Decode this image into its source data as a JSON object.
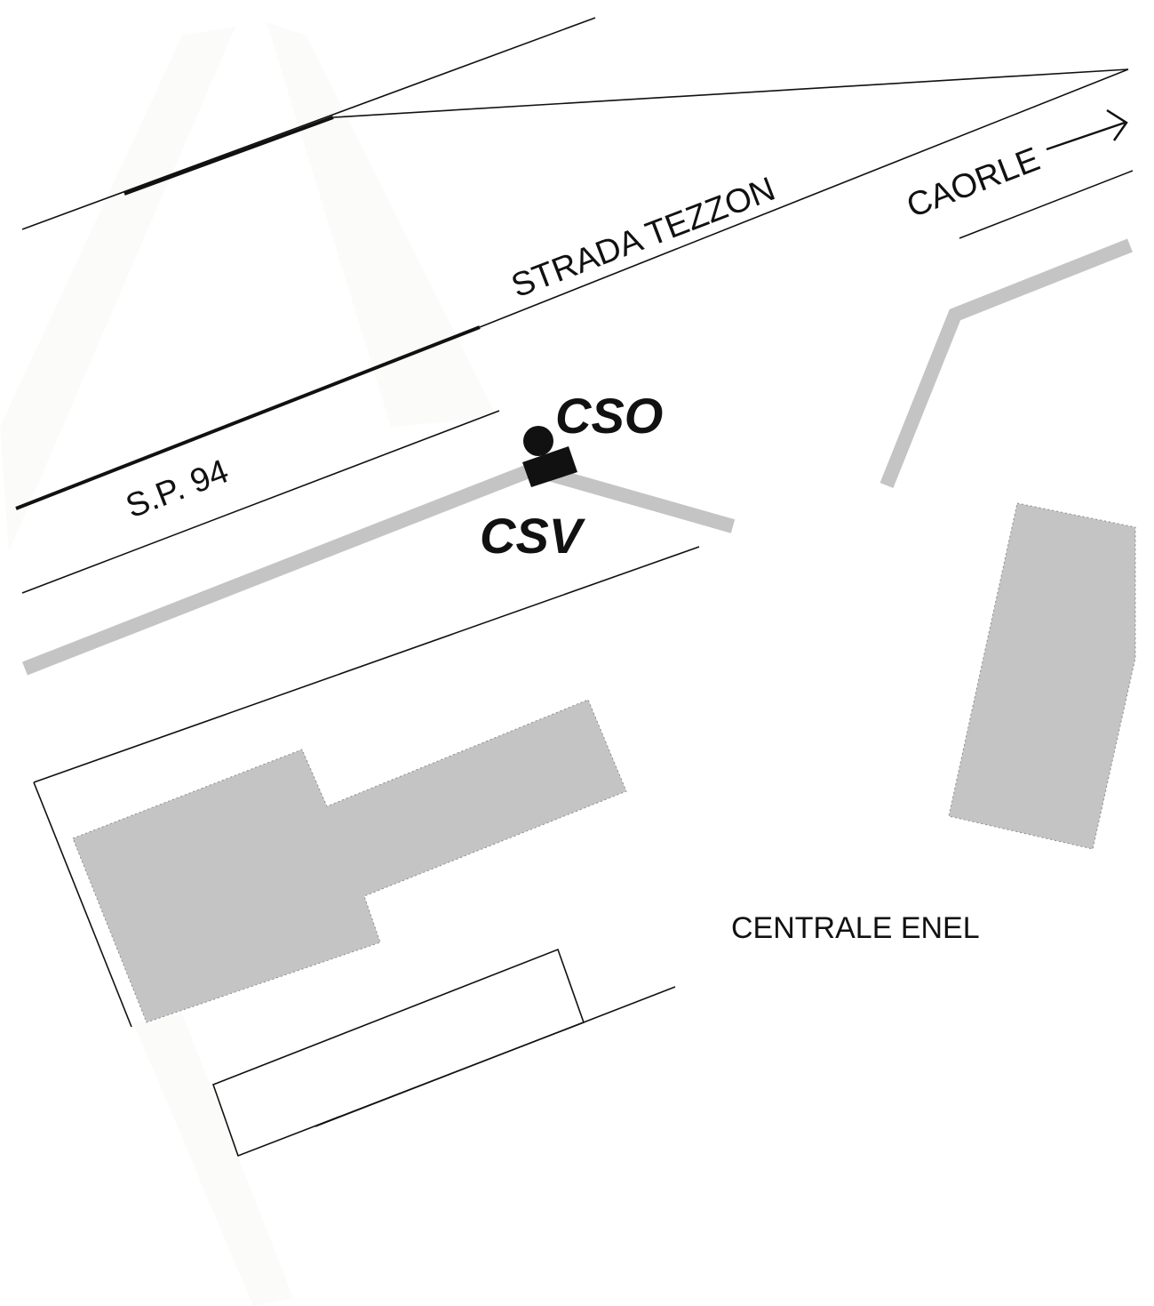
{
  "map": {
    "roads": {
      "strada_tezzon": "STRADA TEZZON",
      "sp94": "S.P. 94",
      "caorle": "CAORLE"
    },
    "stations": {
      "cso": "CSO",
      "csv": "CSV"
    },
    "area": {
      "centrale": "CENTRALE ENEL"
    },
    "colors": {
      "building_fill": "#c4c4c4",
      "line": "#111111",
      "background": "#ffffff"
    },
    "icons": {
      "direction": "arrow-right-icon",
      "cso_marker": "circle-marker-icon",
      "csv_marker": "square-marker-icon"
    }
  }
}
